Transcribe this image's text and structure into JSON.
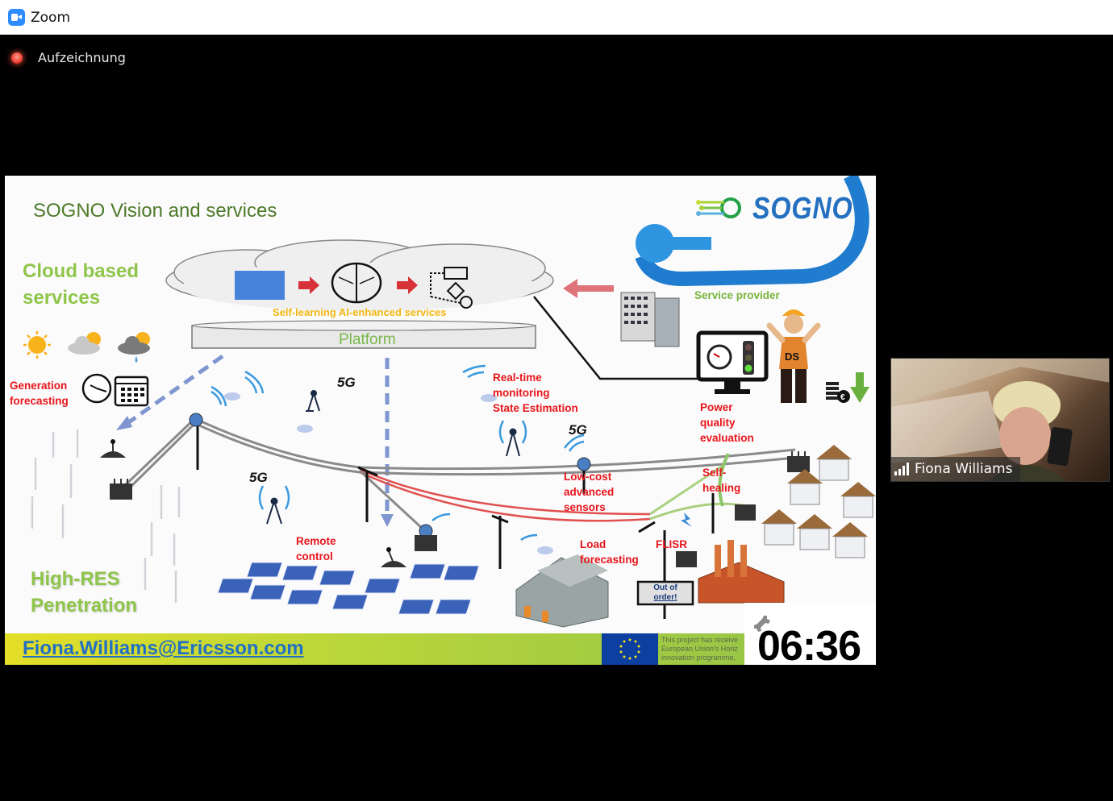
{
  "window": {
    "app_title": "Zoom",
    "recording_label": "Aufzeichnung"
  },
  "slide": {
    "title": "SOGNO Vision and services",
    "logo_text": "SOGNO",
    "cloud_heading_line1": "Cloud based",
    "cloud_heading_line2": "services",
    "ai_services_label": "Self-learning AI-enhanced services",
    "platform_label": "Platform",
    "service_provider_label": "Service provider",
    "dso_label": "DS",
    "generation_forecasting": [
      "Generation",
      "forecasting"
    ],
    "realtime_monitoring": [
      "Real-time",
      "monitoring",
      "State Estimation"
    ],
    "power_quality": [
      "Power",
      "quality",
      "evaluation"
    ],
    "self_healing": [
      "Self-",
      "healing"
    ],
    "low_cost_sensors": [
      "Low-cost",
      "advanced",
      "sensors"
    ],
    "remote_control": [
      "Remote",
      "control"
    ],
    "load_forecasting": [
      "Load",
      "forecasting"
    ],
    "flisr": "FLISR",
    "out_of_order_sign": [
      "Out of",
      "order!"
    ],
    "five_g_label": "5G",
    "res_heading_line1": "High-RES",
    "res_heading_line2": "Penetration",
    "footer_email": "Fiona.Williams@Ericsson.com",
    "eu_funding_text": [
      "This project has receive",
      "European Union's Horiz",
      "innovation programme,"
    ],
    "timer": "06:36"
  },
  "participant": {
    "name": "Fiona Williams",
    "signal_bars": 4
  },
  "colors": {
    "title_green": "#4e7a2a",
    "heading_green": "#8fc54a",
    "label_red": "#e8141a",
    "ai_label_yellow": "#f2b710",
    "sogno_blue": "#2470c0",
    "footer_link_blue": "#2170c4",
    "eu_blue": "#0d3fa0",
    "zoom_blue": "#2d8cff",
    "recording_red": "#f04a3a"
  }
}
